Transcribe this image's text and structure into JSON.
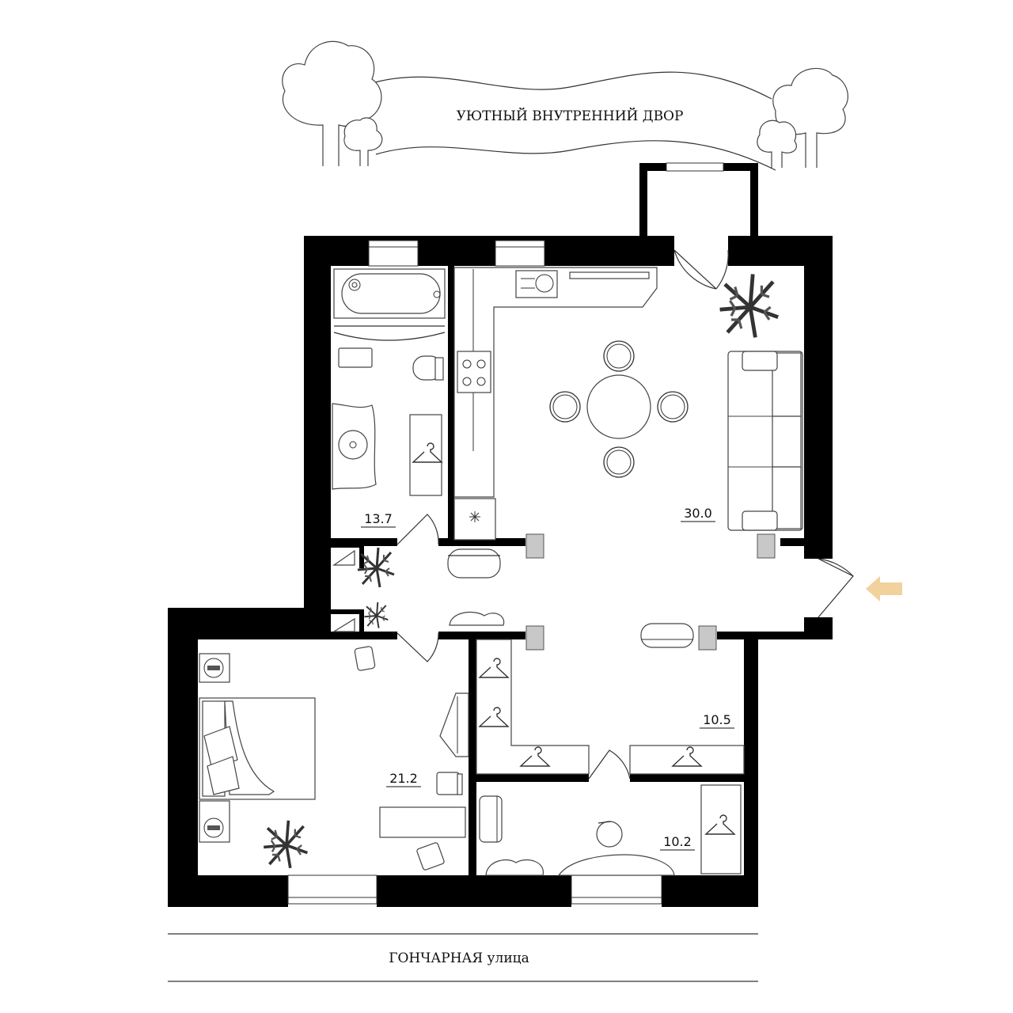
{
  "labels": {
    "courtyard": "УЮТНЫЙ ВНУТРЕННИЙ ДВОР",
    "street": "ГОНЧАРНАЯ улица"
  },
  "rooms": {
    "bathroom": "13.7",
    "living": "30.0",
    "hall": "10.5",
    "bedroom": "21.2",
    "study": "10.2"
  },
  "colors": {
    "wall": "#000000",
    "entrance_arrow": "#f2d19d",
    "radiator": "#c8c8c8"
  },
  "icons": {
    "entrance": "arrow-left-icon",
    "trees": "tree-icon",
    "hanger": "hanger-icon",
    "plant": "plant-icon"
  }
}
